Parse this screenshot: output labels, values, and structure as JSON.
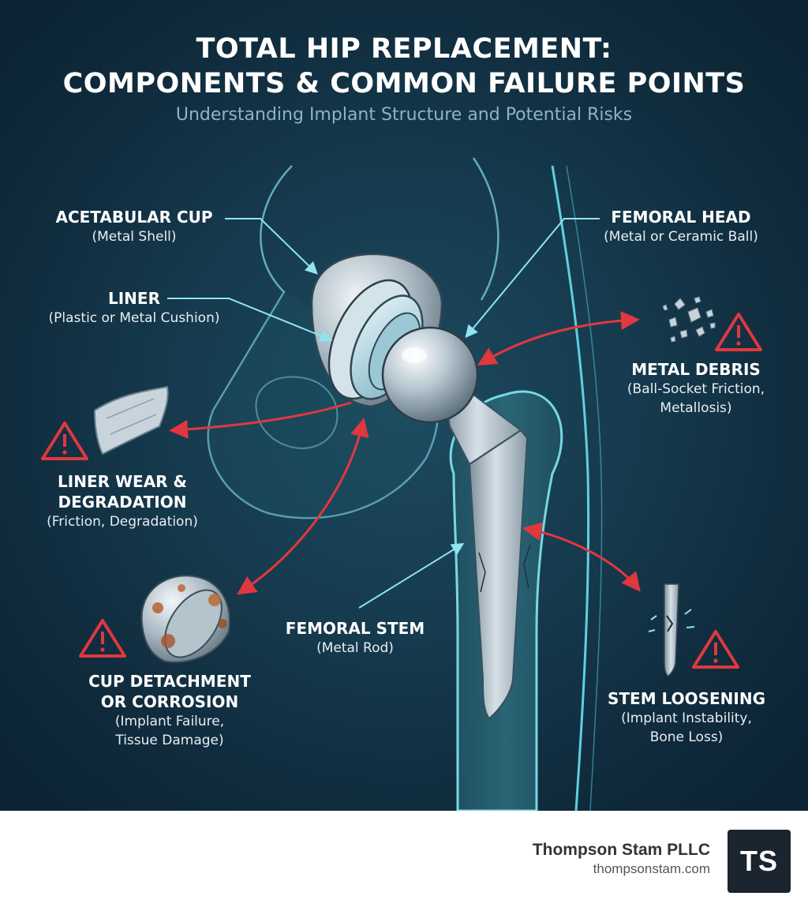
{
  "title_line1": "TOTAL HIP REPLACEMENT:",
  "title_line2": "COMPONENTS & COMMON FAILURE POINTS",
  "subtitle": "Understanding Implant Structure and Potential Risks",
  "components": {
    "acetabular_cup": {
      "name": "ACETABULAR CUP",
      "desc": "(Metal Shell)"
    },
    "liner": {
      "name": "LINER",
      "desc": "(Plastic or Metal Cushion)"
    },
    "femoral_head": {
      "name": "FEMORAL HEAD",
      "desc": "(Metal or Ceramic Ball)"
    },
    "femoral_stem": {
      "name": "FEMORAL STEM",
      "desc": "(Metal Rod)"
    }
  },
  "failures": {
    "metal_debris": {
      "name": "METAL DEBRIS",
      "desc1": "(Ball-Socket Friction,",
      "desc2": "Metallosis)"
    },
    "liner_wear": {
      "name1": "LINER WEAR &",
      "name2": "DEGRADATION",
      "desc": "(Friction, Degradation)"
    },
    "cup_detachment": {
      "name1": "CUP DETACHMENT",
      "name2": "OR CORROSION",
      "desc1": "(Implant Failure,",
      "desc2": "Tissue Damage)"
    },
    "stem_loosening": {
      "name": "STEM LOOSENING",
      "desc1": "(Implant Instability,",
      "desc2": "Bone Loss)"
    }
  },
  "footer": {
    "firm": "Thompson Stam PLLC",
    "url": "thompsonstam.com",
    "logo": "TS"
  },
  "colors": {
    "background": "#163a4e",
    "accent": "#5fd0e0",
    "warning": "#e0383e",
    "metal": "#b8c8d2"
  },
  "icons": [
    "warning-icon",
    "debris-icon",
    "worn-liner-icon",
    "corroded-cup-icon",
    "cracked-stem-icon"
  ]
}
